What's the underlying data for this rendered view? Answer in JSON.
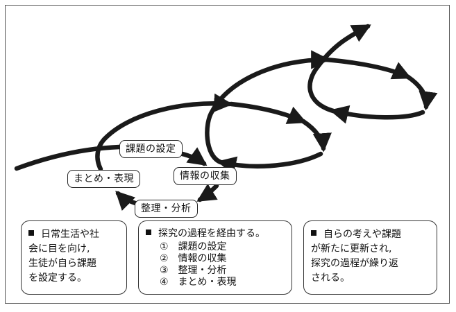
{
  "cycle_stages": {
    "setting": "課題の設定",
    "collection": "情報の収集",
    "analysis": "整理・分析",
    "summary": "まとめ・表現"
  },
  "notes": [
    {
      "lines": [
        "日常生活や社",
        "会に目を向け,",
        "生徒が自ら課題",
        "を設定する。"
      ]
    },
    {
      "heading": "探究の過程を経由する。",
      "steps": [
        "①　課題の設定",
        "②　情報の収集",
        "③　整理・分析",
        "④　まとめ・表現"
      ]
    },
    {
      "lines": [
        "自らの考えや課題",
        "が新たに更新され,",
        "探究の過程が繰り返",
        "される。"
      ]
    }
  ],
  "colors": {
    "arrow": "#1a1a1a",
    "frame": "#555555"
  }
}
